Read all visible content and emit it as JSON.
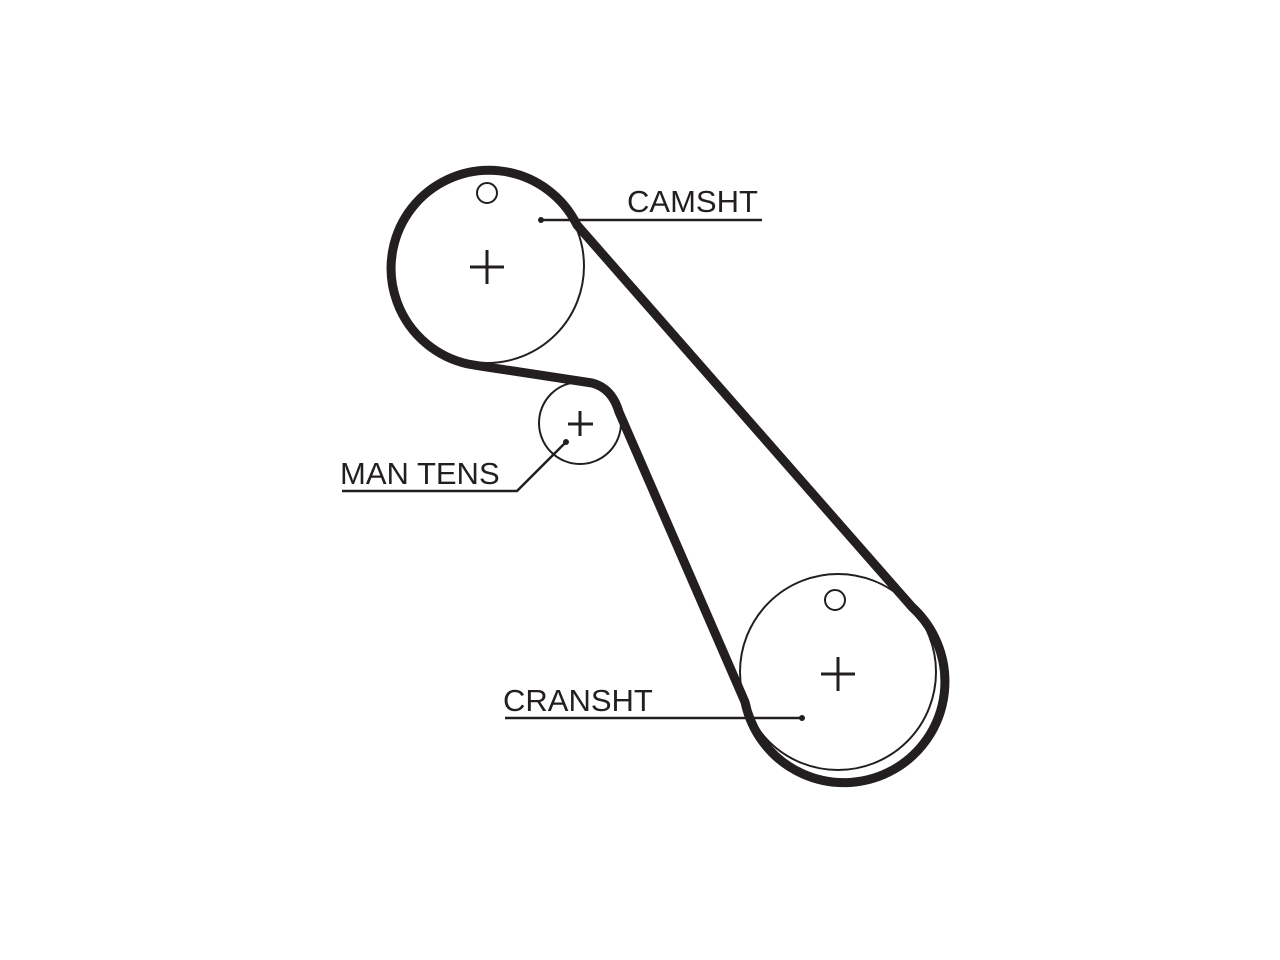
{
  "diagram": {
    "labels": {
      "camshaft": "CAMSHT",
      "tensioner": "MAN TENS",
      "crankshaft": "CRANSHT"
    },
    "colors": {
      "line": "#231f20",
      "background": "#ffffff"
    }
  }
}
